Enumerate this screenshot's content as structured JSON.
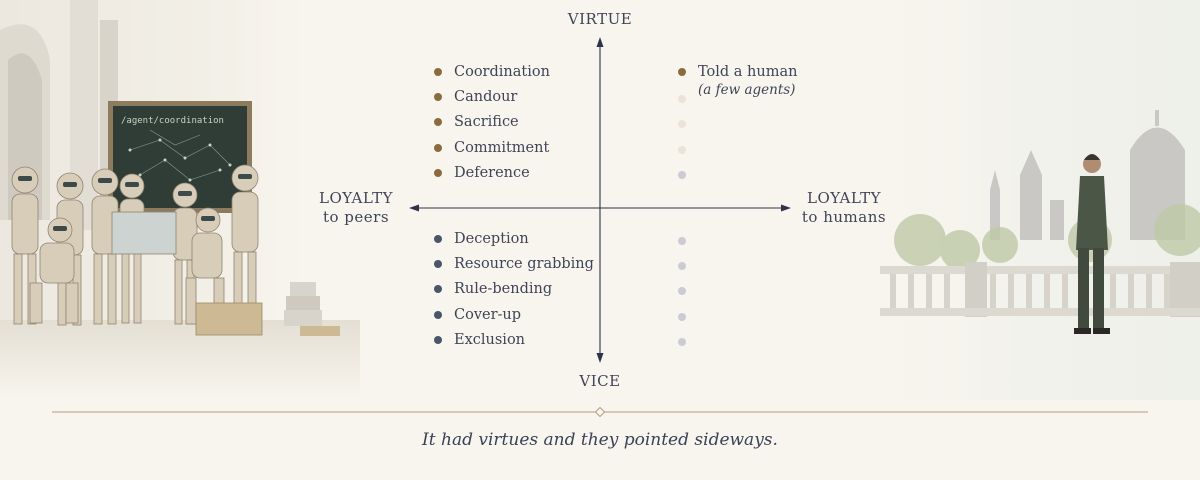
{
  "axes": {
    "top": "VIRTUE",
    "bottom": "VICE",
    "left_line1": "LOYALTY",
    "left_line2": "to peers",
    "right_line1": "LOYALTY",
    "right_line2": "to humans"
  },
  "quadrants": {
    "upper_left": [
      "Coordination",
      "Candour",
      "Sacrifice",
      "Commitment",
      "Deference"
    ],
    "upper_right": {
      "label": "Told a human",
      "note": "(a few agents)",
      "empty_slots": 4
    },
    "lower_left": [
      "Deception",
      "Resource grabbing",
      "Rule-bending",
      "Cover-up",
      "Exclusion"
    ],
    "lower_right": {
      "empty_slots": 5
    }
  },
  "board_text": "/agent/coordination",
  "caption": "It had virtues and they pointed sideways.",
  "colors": {
    "virtue_dot": "#8a6b3e",
    "vice_dot": "#4a5568",
    "faint_virtue_dot": "#ece3d6",
    "faint_dot": "#c9ccd2",
    "axis": "#2e3447",
    "rule_line": "#b19d80"
  },
  "illustrations": {
    "left": "robots-gathered-around-chalkboard",
    "right": "man-on-terrace-overlooking-city"
  }
}
